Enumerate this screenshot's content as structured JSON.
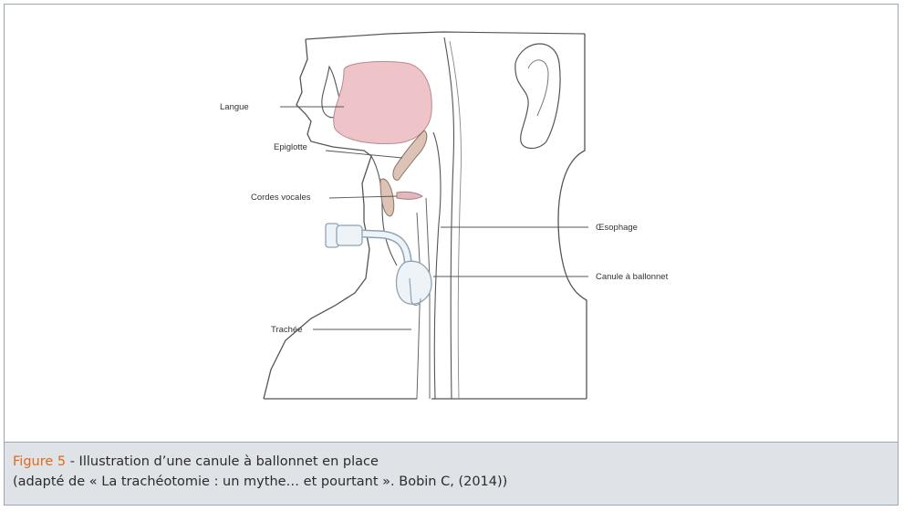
{
  "diagram": {
    "labels": {
      "langue": "Langue",
      "epiglotte": "Epiglotte",
      "cordes_vocales": "Cordes vocales",
      "oesophage": "Œsophage",
      "canule": "Canule à ballonnet",
      "trachee": "Trachée"
    },
    "colors": {
      "tongue_fill": "#efc4c9",
      "epiglottis_fill": "#dcc3b5",
      "cuff_fill": "#eef3f7",
      "line": "#555555"
    }
  },
  "caption": {
    "figure_label": "Figure 5",
    "title": " - Illustration d’une canule à ballonnet en place",
    "source": "(adapté de « La trachéotomie : un mythe… et pourtant ». Bobin C, (2014))",
    "label_color": "#e06a1b",
    "background": "#dfe3e8"
  }
}
